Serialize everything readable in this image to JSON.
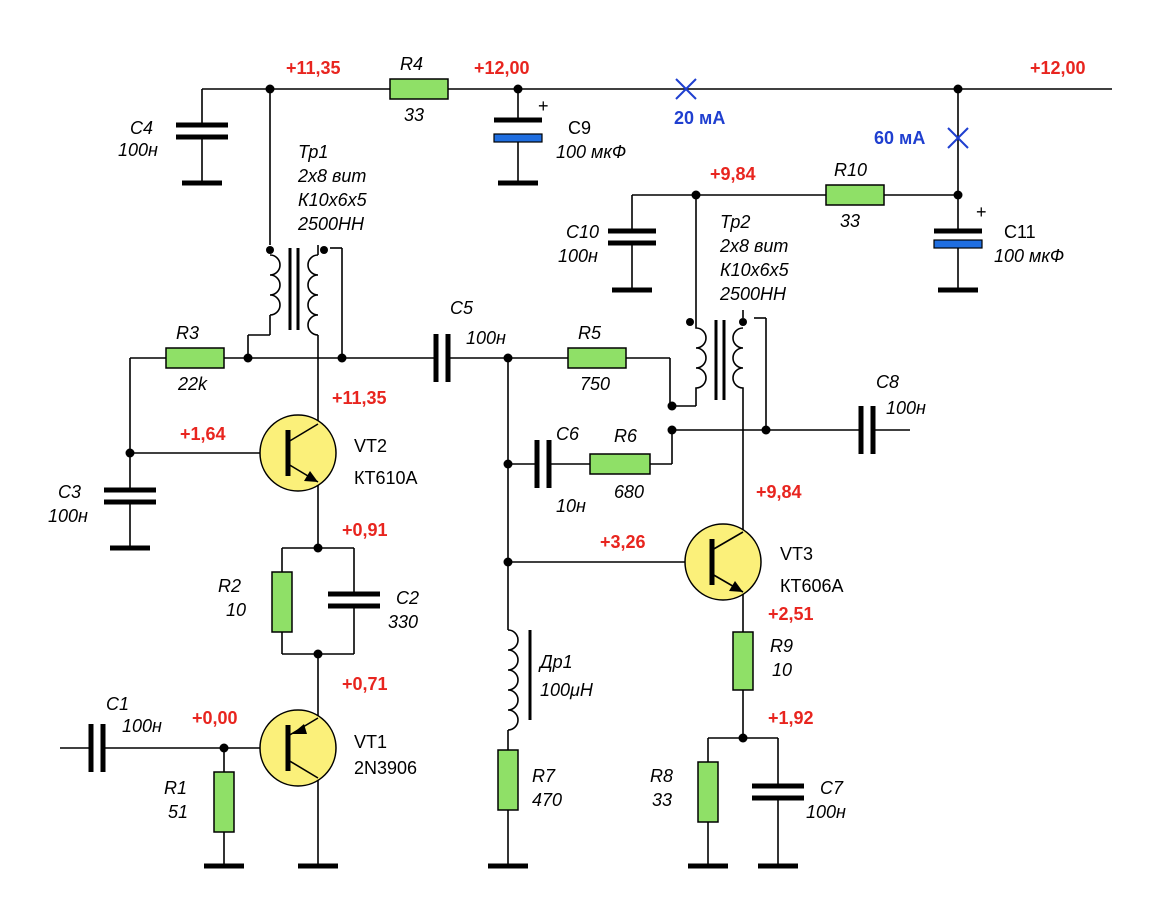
{
  "components": {
    "c1": {
      "ref": "C1",
      "value": "100н"
    },
    "c2": {
      "ref": "C2",
      "value": "330"
    },
    "c3": {
      "ref": "C3",
      "value": "100н"
    },
    "c4": {
      "ref": "C4",
      "value": "100н"
    },
    "c5": {
      "ref": "C5",
      "value": "100н"
    },
    "c6": {
      "ref": "C6",
      "value": "10н"
    },
    "c7": {
      "ref": "C7",
      "value": "100н"
    },
    "c8": {
      "ref": "C8",
      "value": "100н"
    },
    "c9": {
      "ref": "C9",
      "value": "100 мкФ"
    },
    "c10": {
      "ref": "C10",
      "value": "100н"
    },
    "c11": {
      "ref": "C11",
      "value": "100 мкФ"
    },
    "r1": {
      "ref": "R1",
      "value": "51"
    },
    "r2": {
      "ref": "R2",
      "value": "10"
    },
    "r3": {
      "ref": "R3",
      "value": "22k"
    },
    "r4": {
      "ref": "R4",
      "value": "33"
    },
    "r5": {
      "ref": "R5",
      "value": "750"
    },
    "r6": {
      "ref": "R6",
      "value": "680"
    },
    "r7": {
      "ref": "R7",
      "value": "470"
    },
    "r8": {
      "ref": "R8",
      "value": "33"
    },
    "r9": {
      "ref": "R9",
      "value": "10"
    },
    "r10": {
      "ref": "R10",
      "value": "33"
    },
    "dr1": {
      "ref": "Др1",
      "value": "100μH"
    },
    "tp1": {
      "ref": "Тр1",
      "line1": "2х8 вит",
      "line2": "К10х6х5",
      "line3": "2500НН"
    },
    "tp2": {
      "ref": "Тр2",
      "line1": "2х8 вит",
      "line2": "К10х6х5",
      "line3": "2500НН"
    },
    "vt1": {
      "ref": "VT1",
      "type": "2N3906"
    },
    "vt2": {
      "ref": "VT2",
      "type": "КТ610А"
    },
    "vt3": {
      "ref": "VT3",
      "type": "КТ606А"
    },
    "plus": "+"
  },
  "voltages": {
    "top_left": "+11,35",
    "r4_right": "+12,00",
    "supply": "+12,00",
    "vt2_collector": "+11,35",
    "vt2_base": "+1,64",
    "vt2_emitter": "+0,91",
    "vt1_emitter": "+0,71",
    "vt1_base": "+0,00",
    "vt3_collector": "+9,84",
    "r10_left": "+9,84",
    "vt3_base": "+3,26",
    "vt3_emitter": "+2,51",
    "r9_bottom": "+1,92"
  },
  "currents": {
    "main": "20 мА",
    "branch": "60 мА"
  },
  "colors": {
    "voltage": "#e8251f",
    "current": "#1f3fd0",
    "resistor": "#8fe067",
    "transistor": "#fbf07a",
    "electrolytic_plate": "#1f6ee0"
  }
}
